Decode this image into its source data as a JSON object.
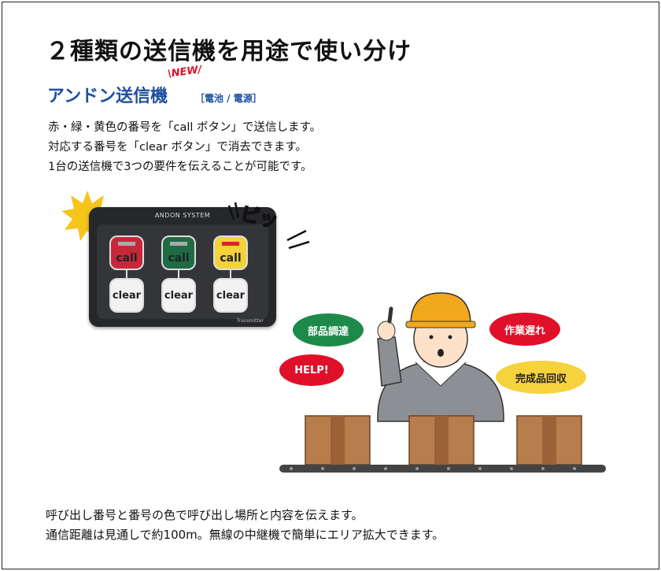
{
  "title": "２種類の送信機を用途で使い分け",
  "subtitle": "アンドン送信機",
  "badge_new": "\\NEW/",
  "power": "［電池 / 電源］",
  "description": [
    "赤・緑・黄色の番号を「call ボタン」で送信します。",
    "対応する番号を「clear ボタン」で消去できます。",
    "1台の送信機で3つの要件を伝えることが可能です。"
  ],
  "device": {
    "title": "ANDON SYSTEM",
    "call_label": "call",
    "clear_label": "clear",
    "model": "Transmitter",
    "colors": [
      "#c8273a",
      "#1e6b45",
      "#f3d23a"
    ]
  },
  "sound": "ピッ",
  "bubbles": {
    "parts": "部品調達",
    "help": "HELP!",
    "delay": "作業遅れ",
    "pickup": "完成品回収"
  },
  "bottom": [
    "呼び出し番号と番号の色で呼び出し場所と内容を伝えます。",
    "通信距離は見通しで約100m。無線の中継機で簡単にエリア拡大できます。"
  ]
}
